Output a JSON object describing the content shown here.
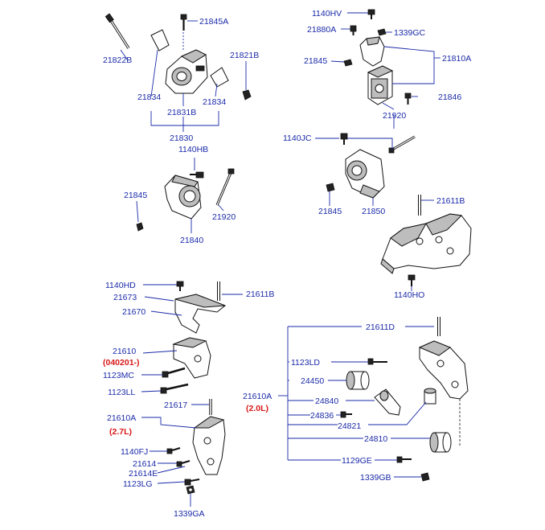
{
  "labels": {
    "l_21822B": "21822B",
    "l_21845A": "21845A",
    "l_21821B": "21821B",
    "l_21834a": "21834",
    "l_21834b": "21834",
    "l_21831B": "21831B",
    "l_21830": "21830",
    "l_1140HB": "1140HB",
    "l_21845a": "21845",
    "l_21920a": "21920",
    "l_21840": "21840",
    "l_1140HV": "1140HV",
    "l_21880A": "21880A",
    "l_1339GC": "1339GC",
    "l_21845b": "21845",
    "l_21810A": "21810A",
    "l_21846": "21846",
    "l_21920b": "21920",
    "l_1140JC": "1140JC",
    "l_21845c": "21845",
    "l_21850": "21850",
    "l_21611Ba": "21611B",
    "l_1140HO": "1140HO",
    "l_1140HD": "1140HD",
    "l_21673": "21673",
    "l_21611Bb": "21611B",
    "l_21670": "21670",
    "l_21610": "21610",
    "l_040201": "(040201-)",
    "l_1123MC": "1123MC",
    "l_1123LLa": "1123LL",
    "l_21617": "21617",
    "l_21610Aa": "21610A",
    "l_27L": "(2.7L)",
    "l_1140FJ": "1140FJ",
    "l_21614": "21614",
    "l_21614E": "21614E",
    "l_1123LG": "1123LG",
    "l_1339GA": "1339GA",
    "l_21611D": "21611D",
    "l_1123LD": "1123LD",
    "l_24450": "24450",
    "l_21610Ab": "21610A",
    "l_20L": "(2.0L)",
    "l_24840": "24840",
    "l_24836": "24836",
    "l_24821": "24821",
    "l_24810": "24810",
    "l_1129GE": "1129GE",
    "l_1339GB": "1339GB"
  }
}
